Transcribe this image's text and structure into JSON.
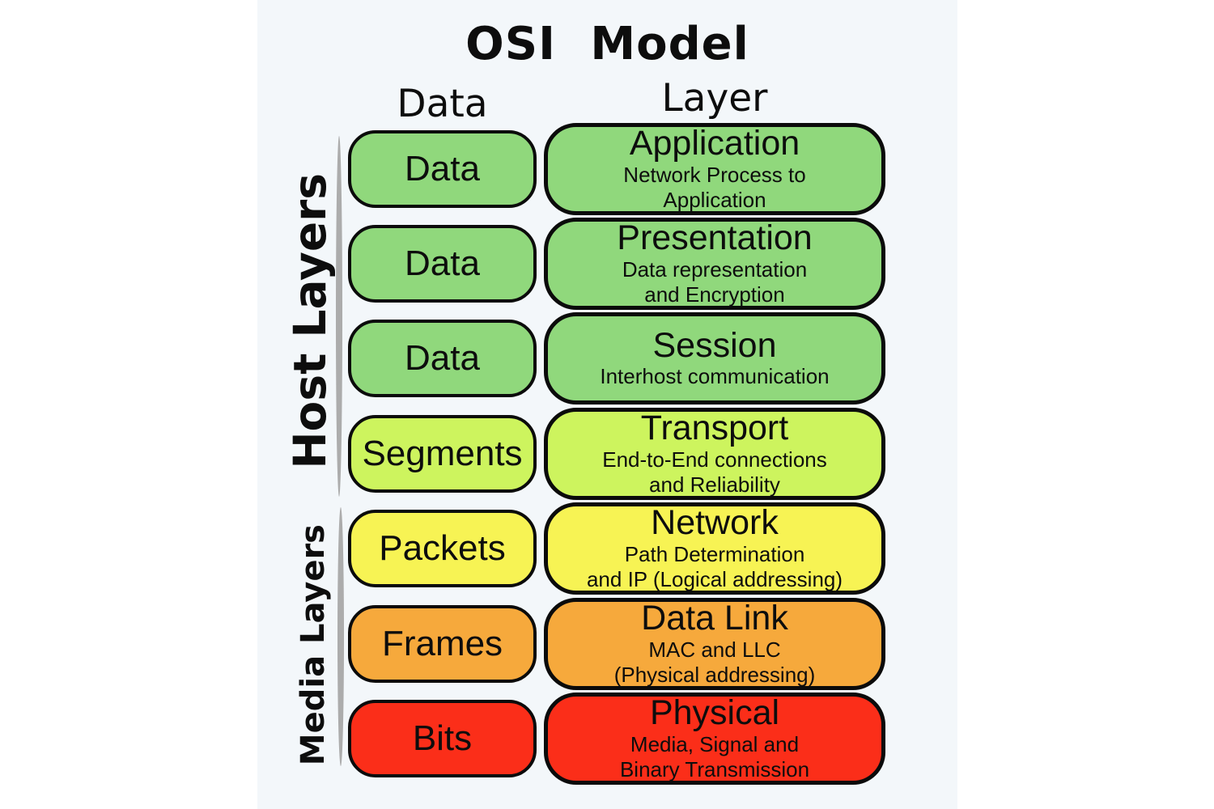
{
  "title": "OSI Model",
  "headers": {
    "data": "Data",
    "layer": "Layer"
  },
  "side_labels": {
    "host": "Host Layers",
    "media": "Media Layers"
  },
  "colors": {
    "host_green": "#90d87c",
    "transport_yellowgreen": "#cdf45e",
    "network_yellow": "#f7f354",
    "datalink_orange": "#f6a93c",
    "physical_red": "#fb2e19",
    "panel_background": "#f3f7fa",
    "side_bar_gray": "#acacac",
    "box_border": "#0b0b0b"
  },
  "rows": [
    {
      "pdu": "Data",
      "layer": "Application",
      "desc": "Network Process to\nApplication",
      "color": "#90d87c",
      "group": "host"
    },
    {
      "pdu": "Data",
      "layer": "Presentation",
      "desc": "Data representation\nand Encryption",
      "color": "#90d87c",
      "group": "host"
    },
    {
      "pdu": "Data",
      "layer": "Session",
      "desc": "Interhost communication",
      "color": "#90d87c",
      "group": "host"
    },
    {
      "pdu": "Segments",
      "layer": "Transport",
      "desc": "End-to-End connections\nand Reliability",
      "color": "#cdf45e",
      "group": "host"
    },
    {
      "pdu": "Packets",
      "layer": "Network",
      "desc": "Path Determination\nand IP (Logical addressing)",
      "color": "#f7f354",
      "group": "media"
    },
    {
      "pdu": "Frames",
      "layer": "Data Link",
      "desc": "MAC and LLC\n(Physical addressing)",
      "color": "#f6a93c",
      "group": "media"
    },
    {
      "pdu": "Bits",
      "layer": "Physical",
      "desc": "Media, Signal and\nBinary Transmission",
      "color": "#fb2e19",
      "group": "media"
    }
  ]
}
